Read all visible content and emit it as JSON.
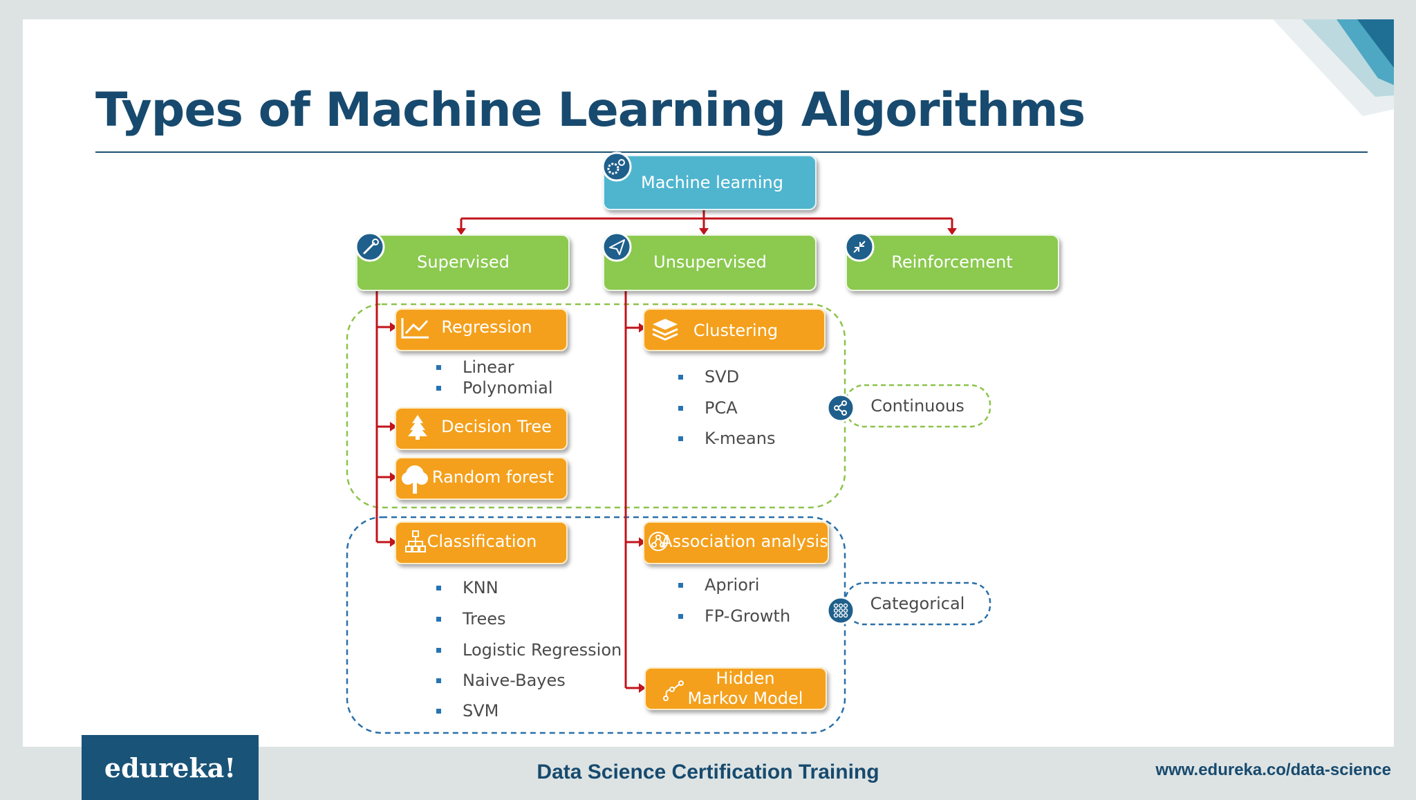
{
  "slide": {
    "title": "Types of Machine Learning Algorithms"
  },
  "diagram": {
    "root": {
      "label": "Machine learning",
      "icon": "gears-icon"
    },
    "categories": [
      {
        "id": "supervised",
        "label": "Supervised",
        "icon": "wrench-icon"
      },
      {
        "id": "unsupervised",
        "label": "Unsupervised",
        "icon": "paper-plane-icon"
      },
      {
        "id": "reinforcement",
        "label": "Reinforcement",
        "icon": "compress-arrows-icon"
      }
    ],
    "continuous": {
      "label": "Continuous",
      "icon": "share-icon",
      "supervised": [
        {
          "label": "Regression",
          "icon": "line-chart-icon",
          "items": [
            "Linear",
            "Polynomial"
          ]
        },
        {
          "label": "Decision Tree",
          "icon": "pine-tree-icon",
          "items": []
        },
        {
          "label": "Random forest",
          "icon": "round-tree-icon",
          "items": []
        }
      ],
      "unsupervised": [
        {
          "label": "Clustering",
          "icon": "layers-icon",
          "items": [
            "SVD",
            "PCA",
            "K-means"
          ]
        }
      ]
    },
    "categorical": {
      "label": "Categorical",
      "icon": "grid-dots-icon",
      "supervised": [
        {
          "label": "Classification",
          "icon": "hierarchy-icon",
          "items": [
            "KNN",
            "Trees",
            "Logistic Regression",
            "Naive-Bayes",
            "SVM"
          ]
        }
      ],
      "unsupervised": [
        {
          "label": "Association analysis",
          "icon": "network-circle-icon",
          "items": [
            "Apriori",
            "FP-Growth"
          ]
        },
        {
          "label": "Hidden Markov Model",
          "label_lines": [
            "Hidden",
            "Markov Model"
          ],
          "icon": "path-nodes-icon",
          "items": []
        }
      ]
    }
  },
  "footer": {
    "logo": "edureka!",
    "course": "Data Science Certification Training",
    "url": "www.edureka.co/data-science"
  },
  "colors": {
    "title": "#174a6e",
    "root_box": "#4fb5cf",
    "category_box": "#8bc94f",
    "algorithm_box": "#f4a01a",
    "connector": "#c0141b",
    "continuous_border": "#8bc34a",
    "categorical_border": "#2a6fa8",
    "bullet": "#2673b3",
    "icon_badge": "#1f5f8b"
  }
}
